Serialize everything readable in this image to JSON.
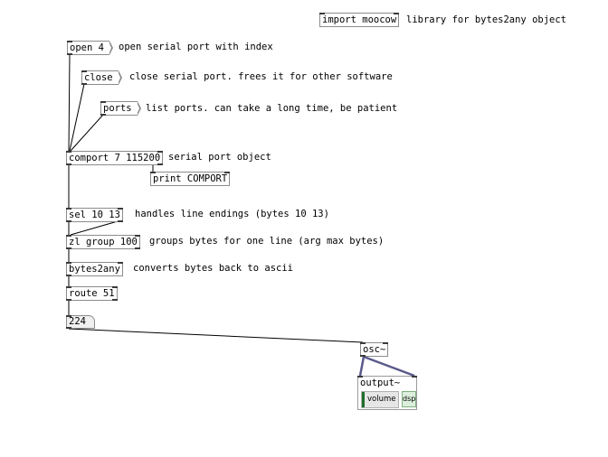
{
  "objects": {
    "import": "import moocow",
    "comport": "comport 7 115200",
    "print": "print COMPORT",
    "sel": "sel 10 13",
    "zl": "zl group 100",
    "bytes2any": "bytes2any",
    "route": "route 51",
    "osc": "osc~"
  },
  "messages": {
    "open": "open 4",
    "close": "close",
    "ports": "ports"
  },
  "number_box": {
    "value": "224"
  },
  "output_abstraction": {
    "title": "output~",
    "volume_label": "volume",
    "dsp_label": "dsp"
  },
  "comments": {
    "import": "library for bytes2any object",
    "open": "open serial port with index",
    "close": "close serial port. frees it for other software",
    "ports": "list ports. can take a long time, be patient",
    "comport": "serial port object",
    "sel": "handles line endings (bytes 10 13)",
    "zl": "groups bytes for one line (arg max bytes)",
    "bytes2any": "converts bytes back to ascii"
  },
  "colors": {
    "patch_cord": "#000000",
    "signal_cord": "#5a5a8c",
    "box_border": "#8c8c8c"
  }
}
